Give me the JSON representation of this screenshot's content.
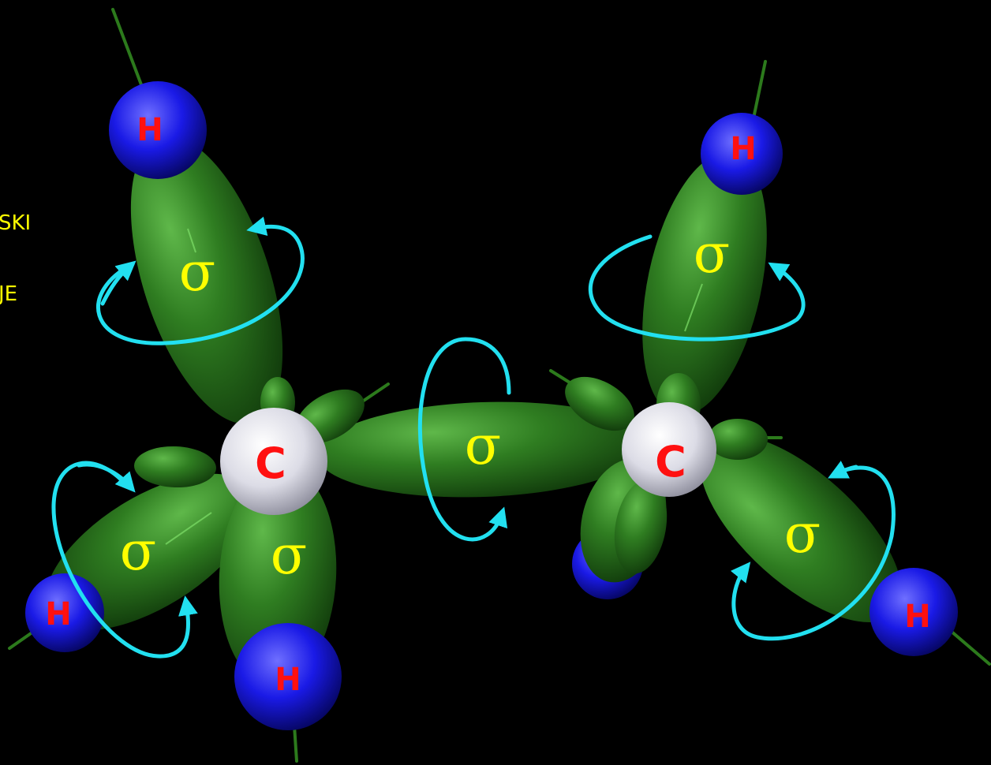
{
  "colors": {
    "background": "#000000",
    "orbital": "#2e7d1e",
    "hydrogen": "#1a1aff",
    "carbon": "#e6e6ef",
    "atom_label": "#ff1010",
    "sigma_label": "#ffff00",
    "arrow": "#22e0f0",
    "side_text": "#ffff00"
  },
  "side_text": {
    "line1": "SKI",
    "line2": "JE"
  },
  "atoms": {
    "carbon_left": "C",
    "carbon_right": "C",
    "hydrogen_top_left": "H",
    "hydrogen_top_right": "H",
    "hydrogen_bottom_left_outer": "H",
    "hydrogen_bottom_left_inner": "H",
    "hydrogen_bottom_right": "H"
  },
  "bonds": {
    "sigma_top_left": "σ",
    "sigma_top_right": "σ",
    "sigma_center": "σ",
    "sigma_bottom_left_outer": "σ",
    "sigma_bottom_left_inner": "σ",
    "sigma_bottom_right": "σ"
  },
  "icons": {
    "rotation_arrow": "rotation-arrow-icon"
  }
}
